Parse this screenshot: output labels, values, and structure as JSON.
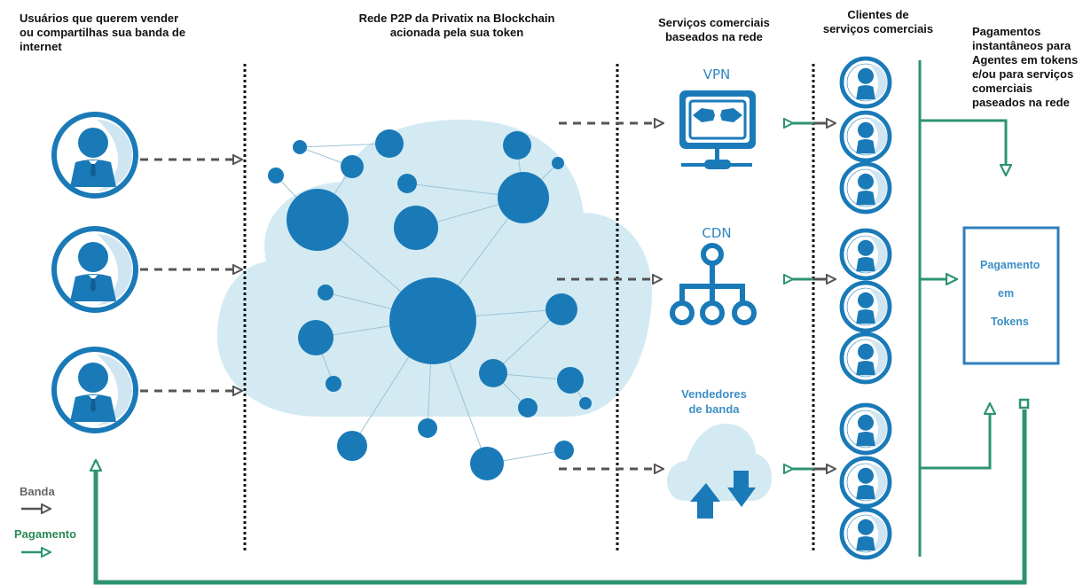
{
  "headers": {
    "users": "Usuários que querem vender ou compartilhas sua banda de internet",
    "users_lines": [
      "Usuários que querem vender",
      "ou compartilhas sua banda de",
      "internet"
    ],
    "network_lines": [
      "Rede P2P da Privatix na Blockchain",
      "acionada pela sua token"
    ],
    "services_lines": [
      "Serviços comerciais",
      "baseados na rede"
    ],
    "clients_lines": [
      "Clientes de",
      "serviços comerciais"
    ],
    "payments_lines": [
      "Pagamentos",
      "instantâneos para",
      "Agentes em tokens",
      "e/ou para serviços",
      "comerciais",
      "paseados na rede"
    ]
  },
  "services": {
    "vpn": "VPN",
    "cdn": "CDN",
    "sellers_lines": [
      "Vendedores",
      "de banda"
    ]
  },
  "payment_box": {
    "lines": [
      "Pagamento",
      "em",
      "Tokens"
    ]
  },
  "legend": {
    "bandwidth": "Banda",
    "payment": "Pagamento"
  },
  "icons": {
    "user": "user-avatar-icon",
    "client": "client-avatar-icon",
    "vpn": "monitor-network-icon",
    "cdn": "hierarchy-network-icon",
    "sellers": "cloud-upload-download-icon"
  },
  "colors": {
    "blue": "#1a7ab8",
    "light_blue": "#d3eaf2",
    "green": "#2e9470",
    "gray_arrow": "#555555",
    "box_blue": "#2f7fbd"
  }
}
